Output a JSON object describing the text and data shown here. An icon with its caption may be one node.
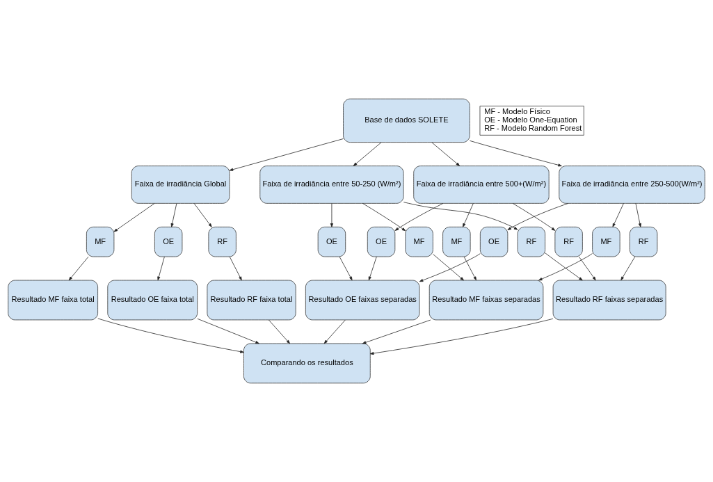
{
  "diagram": {
    "nodes": [
      {
        "text": [
          "Base de dados SOLETE"
        ]
      },
      {
        "text": [
          "Faixa de irradiância Global"
        ]
      },
      {
        "text": [
          "Faixa de irradiância entre 50-250 (W/m²)"
        ]
      },
      {
        "text": [
          "Faixa de irradiância entre 250-500(W/m²)"
        ]
      },
      {
        "text": [
          "Faixa de irradiância entre 500+(W/m²)"
        ]
      },
      {
        "text": [
          "MF"
        ]
      },
      {
        "text": [
          "OE"
        ]
      },
      {
        "text": [
          "RF"
        ]
      },
      {
        "text": [
          "MF"
        ]
      },
      {
        "text": [
          "OE"
        ]
      },
      {
        "text": [
          "RF"
        ]
      },
      {
        "text": [
          "MF"
        ]
      },
      {
        "text": [
          "OE"
        ]
      },
      {
        "text": [
          "RF"
        ]
      },
      {
        "text": [
          "MF"
        ]
      },
      {
        "text": [
          "OE"
        ]
      },
      {
        "text": [
          "RF"
        ]
      },
      {
        "text": [
          "Resultado MF faixa total"
        ]
      },
      {
        "text": [
          "Resultado OE faixa total"
        ]
      },
      {
        "text": [
          "Resultado RF faixa total"
        ]
      },
      {
        "text": [
          "Resultado MF faixas separadas"
        ]
      },
      {
        "text": [
          "Resultado OE faixas separadas"
        ]
      },
      {
        "text": [
          "Resultado RF faixas separadas"
        ]
      },
      {
        "text": [
          "Comparando os resultados"
        ]
      },
      {
        "text": [
          "MF - Modelo Físico",
          "OE - Modelo One-Equation",
          "RF - Modelo Random Forest"
        ]
      }
    ],
    "edges": [
      {
        "from": 0,
        "to": 1,
        "arrow": "to"
      },
      {
        "from": 0,
        "to": 2,
        "arrow": "to"
      },
      {
        "from": 0,
        "to": 3,
        "arrow": "to"
      },
      {
        "from": 0,
        "to": 4,
        "arrow": "to"
      },
      {
        "from": 1,
        "to": 5,
        "arrow": "to"
      },
      {
        "from": 1,
        "to": 6,
        "arrow": "to"
      },
      {
        "from": 1,
        "to": 7,
        "arrow": "to"
      },
      {
        "from": 2,
        "to": 8,
        "arrow": "to"
      },
      {
        "from": 2,
        "to": 9,
        "arrow": "to"
      },
      {
        "from": 2,
        "to": 10,
        "arrow": "to"
      },
      {
        "from": 3,
        "to": 11,
        "arrow": "to"
      },
      {
        "from": 3,
        "to": 12,
        "arrow": "to"
      },
      {
        "from": 3,
        "to": 13,
        "arrow": "to"
      },
      {
        "from": 4,
        "to": 14,
        "arrow": "to"
      },
      {
        "from": 4,
        "to": 15,
        "arrow": "to"
      },
      {
        "from": 4,
        "to": 16,
        "arrow": "to"
      },
      {
        "from": 5,
        "to": 17,
        "arrow": "to"
      },
      {
        "from": 6,
        "to": 18,
        "arrow": "to"
      },
      {
        "from": 7,
        "to": 19,
        "arrow": "to"
      },
      {
        "from": 8,
        "to": 20,
        "arrow": "to"
      },
      {
        "from": 11,
        "to": 20,
        "arrow": "to"
      },
      {
        "from": 14,
        "to": 20,
        "arrow": "to"
      },
      {
        "from": 9,
        "to": 21,
        "arrow": "to"
      },
      {
        "from": 12,
        "to": 21,
        "arrow": "to"
      },
      {
        "from": 15,
        "to": 21,
        "arrow": "to"
      },
      {
        "from": 10,
        "to": 22,
        "arrow": "to"
      },
      {
        "from": 13,
        "to": 22,
        "arrow": "to"
      },
      {
        "from": 16,
        "to": 22,
        "arrow": "to"
      },
      {
        "from": 17,
        "to": 23,
        "arrow": "to"
      },
      {
        "from": 18,
        "to": 23,
        "arrow": "to"
      },
      {
        "from": 19,
        "to": 23,
        "arrow": "to"
      },
      {
        "from": 20,
        "to": 23,
        "arrow": "to"
      },
      {
        "from": 21,
        "to": 23,
        "arrow": "to"
      },
      {
        "from": 22,
        "to": 23,
        "arrow": "to"
      }
    ]
  }
}
